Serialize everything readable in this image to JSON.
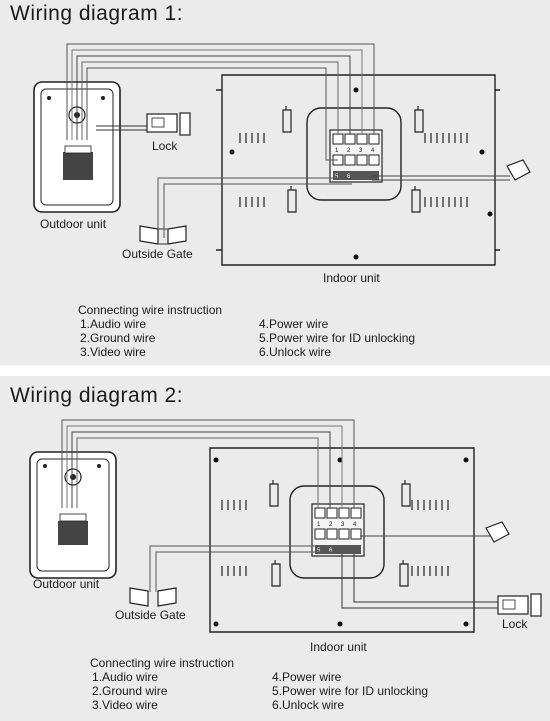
{
  "diagram1": {
    "title": "Wiring diagram 1:",
    "labels": {
      "outdoor_unit": "Outdoor unit",
      "lock": "Lock",
      "outside_gate": "Outside Gate",
      "indoor_unit": "Indoor unit"
    },
    "terminal_numbers_top": [
      "1",
      "2",
      "3",
      "4"
    ],
    "terminal_numbers_bottom": [
      "5",
      "6"
    ],
    "instructions": {
      "heading": "Connecting wire instruction",
      "items": [
        "1.Audio wire",
        "2.Ground wire",
        "3.Video wire",
        "4.Power wire",
        "5.Power wire for ID unlocking",
        "6.Unlock wire"
      ]
    }
  },
  "diagram2": {
    "title": "Wiring diagram 2:",
    "labels": {
      "outdoor_unit": "Outdoor unit",
      "lock": "Lock",
      "outside_gate": "Outside Gate",
      "indoor_unit": "Indoor unit"
    },
    "terminal_numbers_top": [
      "1",
      "2",
      "3",
      "4"
    ],
    "terminal_numbers_bottom": [
      "5",
      "6"
    ],
    "instructions": {
      "heading": "Connecting wire instruction",
      "items": [
        "1.Audio wire",
        "2.Ground wire",
        "3.Video wire",
        "4.Power wire",
        "5.Power wire for ID unlocking",
        "6.Unlock wire"
      ]
    }
  }
}
